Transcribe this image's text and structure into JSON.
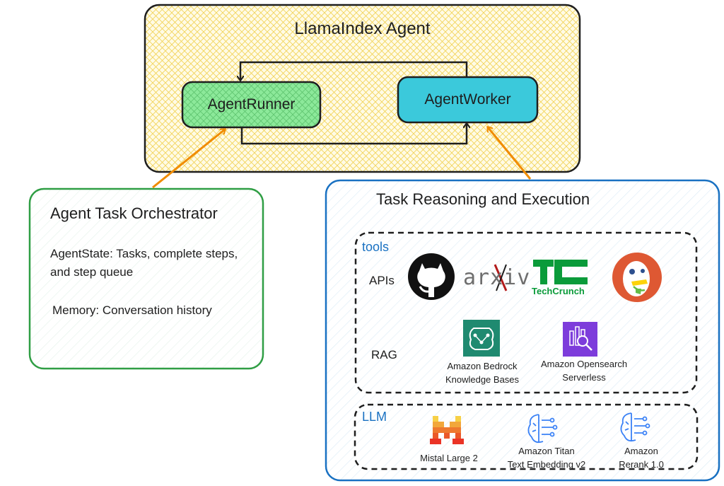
{
  "agent": {
    "title": "LlamaIndex Agent",
    "runner_label": "AgentRunner",
    "worker_label": "AgentWorker"
  },
  "orchestrator": {
    "title": "Agent Task Orchestrator",
    "state_text": "AgentState: Tasks, complete steps, and step queue",
    "memory_text": "Memory: Conversation history"
  },
  "execution": {
    "title": "Task Reasoning and Execution",
    "tools_label": "tools",
    "apis_label": "APIs",
    "rag_label": "RAG",
    "llm_label": "LLM",
    "api_logos": {
      "github_icon": "github-icon",
      "arxiv_text": "arxiv",
      "techcrunch_text": "TechCrunch",
      "duckduckgo_icon": "duckduckgo-icon"
    },
    "rag_items": [
      {
        "caption": "Amazon Bedrock\nKnowledge Bases",
        "icon": "bedrock-kb-icon"
      },
      {
        "caption": "Amazon Opensearch\nServerless",
        "icon": "opensearch-icon"
      }
    ],
    "llm_items": [
      {
        "caption": "Mistal Large 2",
        "icon": "mistral-icon"
      },
      {
        "caption": "Amazon Titan\nText Embedding v2",
        "icon": "titan-icon"
      },
      {
        "caption": "Amazon\nRerank 1.0",
        "icon": "rerank-icon"
      }
    ]
  },
  "colors": {
    "agent_fill": "#fff3bf",
    "runner_fill": "#8ce99a",
    "worker_fill": "#3bc9db",
    "orchestrator_border": "#2f9e44",
    "execution_border": "#1971c2",
    "arrow": "#f08c00",
    "blue_text": "#1971c2"
  }
}
